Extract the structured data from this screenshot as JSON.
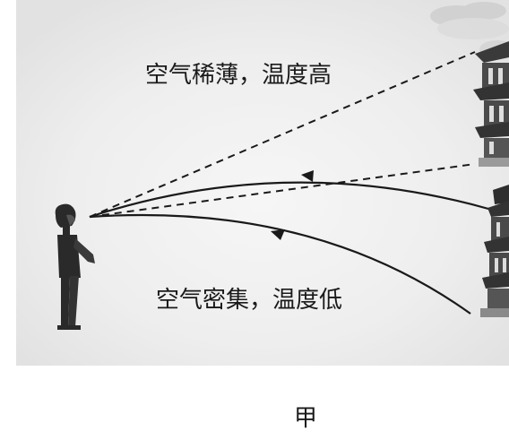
{
  "labels": {
    "upper": "空气稀薄，温度高",
    "lower": "空气密集，温度低",
    "caption": "甲"
  },
  "colors": {
    "background": "#ffffff",
    "haze": "#eeeeee",
    "ink": "#1a1a1a",
    "tower_dark": "#3a3a3a",
    "tower_light": "#bdbdbd"
  },
  "icons": {
    "observer": "person-icon",
    "real_pagoda": "pagoda-icon",
    "mirage_pagoda": "pagoda-mirage-icon"
  }
}
